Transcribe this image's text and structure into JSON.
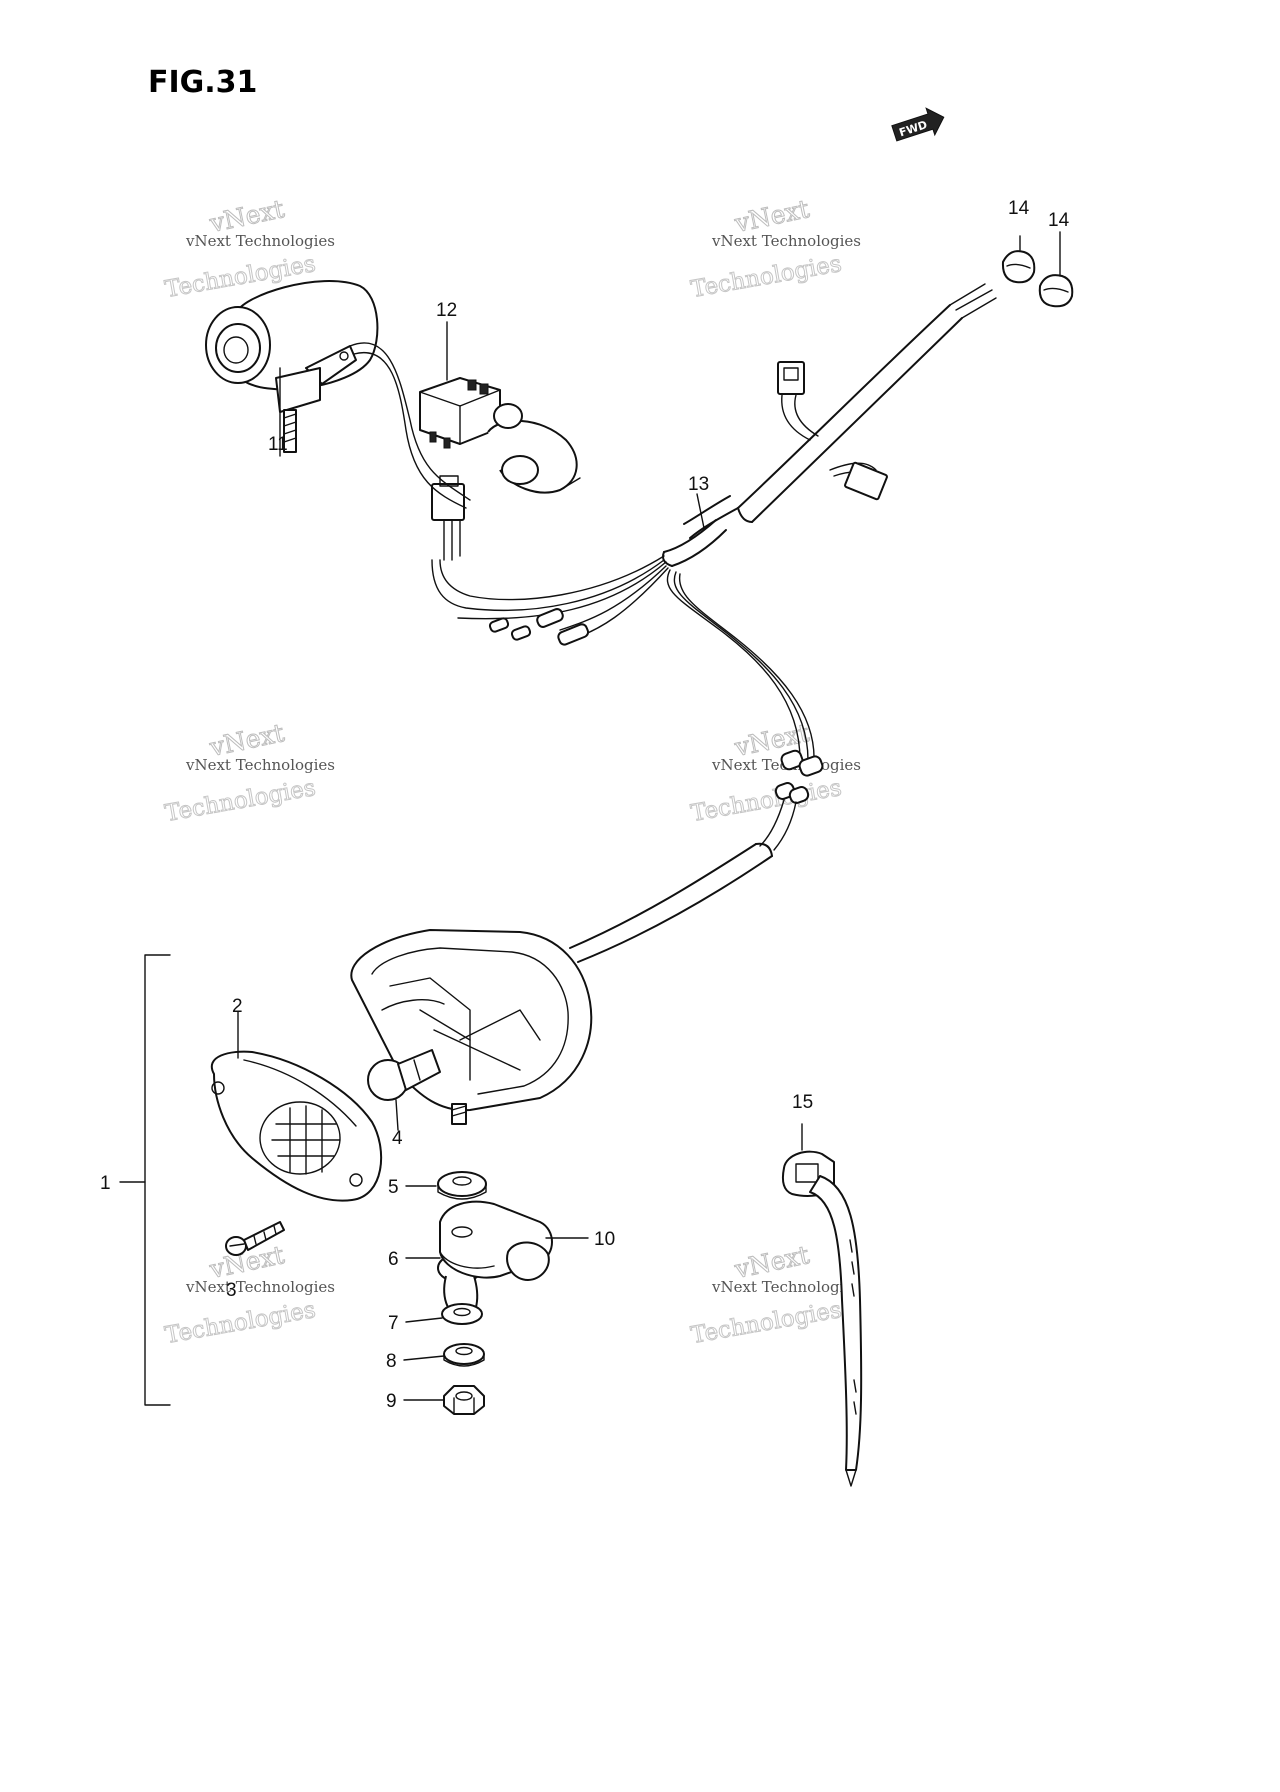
{
  "figure": {
    "title": "FIG.31"
  },
  "forward_badge": {
    "label": "FWD"
  },
  "watermark": {
    "line1": "vNext Technologies",
    "line2": "vNext",
    "line3": "Technologies"
  },
  "callouts": [
    {
      "id": "c1",
      "text": "1"
    },
    {
      "id": "c2",
      "text": "2"
    },
    {
      "id": "c3",
      "text": "3"
    },
    {
      "id": "c4",
      "text": "4"
    },
    {
      "id": "c5",
      "text": "5"
    },
    {
      "id": "c6",
      "text": "6"
    },
    {
      "id": "c7",
      "text": "7"
    },
    {
      "id": "c8",
      "text": "8"
    },
    {
      "id": "c9",
      "text": "9"
    },
    {
      "id": "c10",
      "text": "10"
    },
    {
      "id": "c11",
      "text": "11"
    },
    {
      "id": "c12",
      "text": "12"
    },
    {
      "id": "c13",
      "text": "13"
    },
    {
      "id": "c14a",
      "text": "14"
    },
    {
      "id": "c14b",
      "text": "14"
    },
    {
      "id": "c15",
      "text": "15"
    }
  ]
}
